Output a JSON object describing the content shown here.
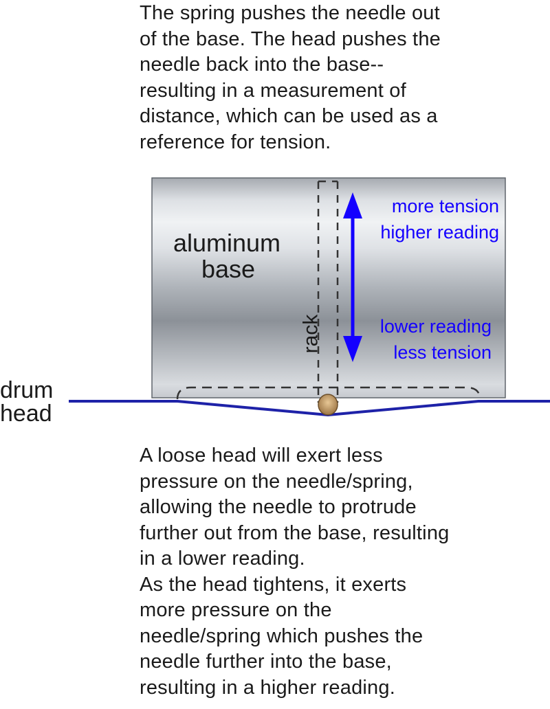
{
  "top_paragraph": {
    "lines": [
      "The spring pushes the needle out",
      "of the base.  The head pushes the",
      "needle back into the base--",
      "resulting in a measurement of",
      "distance, which can be used as a",
      "reference for tension."
    ]
  },
  "diagram": {
    "base_label_line1": "aluminum",
    "base_label_line2": "base",
    "rack_label": "rack",
    "arrow_up_label_line1": "more tension",
    "arrow_up_label_line2": "higher reading",
    "arrow_down_label_line1": "lower reading",
    "arrow_down_label_line2": "less tension",
    "drum_label_line1": "drum",
    "drum_label_line2": "head",
    "colors": {
      "annotation_blue": "#1400ff",
      "drum_line": "#1e22a8",
      "needle_tip": "#c9a36a",
      "base_light": "#ebeef1",
      "base_dark": "#8b9097"
    }
  },
  "bottom_paragraph": {
    "lines": [
      "A loose head will exert less",
      "pressure on the needle/spring,",
      "allowing the needle to protrude",
      "further out from the base, resulting",
      "in a lower reading.",
      "As the head tightens, it exerts",
      "more pressure on the",
      "needle/spring which pushes the",
      "needle further into the base,",
      "resulting in a higher reading."
    ]
  }
}
